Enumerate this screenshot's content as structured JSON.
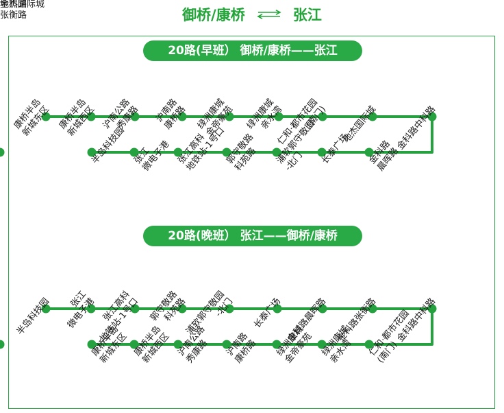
{
  "header": {
    "left": "御桥/康桥",
    "right": "张江",
    "arrow_icon": "double-arrow-icon"
  },
  "colors": {
    "line": "#25a23f",
    "text": "#1a1a1a",
    "title": "#23a53a"
  },
  "morning": {
    "badge": "20路(早班） 御桥/康桥——张江",
    "upper": [
      [
        "康桥半岛",
        "新城东区"
      ],
      [
        "康桥半岛",
        "新城西区"
      ],
      [
        "沪南公路",
        "秀康路"
      ],
      [
        "沪南路",
        "康桥路"
      ],
      [
        "绿洲康城",
        "金帝豪苑"
      ],
      [
        "绿洲康城",
        "亲水湾"
      ],
      [
        "仁和·都市花园",
        "(南门)"
      ],
      [
        "地杰国际城"
      ],
      [
        "金科路中科路"
      ]
    ],
    "lower": [
      [
        "半岛科技园"
      ],
      [
        "张江",
        "微电子港"
      ],
      [
        "张江高科",
        "地铁站-1号口"
      ],
      [
        "郭守敬路",
        "科苑路"
      ],
      [
        "浦软郭守敬园",
        "-北门"
      ],
      [
        "长泰广场"
      ],
      [
        "金科路",
        "晨晖路"
      ],
      [
        "金科路",
        "张衡路"
      ]
    ]
  },
  "evening": {
    "badge": "20路(晚班） 张江——御桥/康桥",
    "upper": [
      [
        "半岛科技园"
      ],
      [
        "张江",
        "微电子港"
      ],
      [
        "张江高科",
        "地铁站-1号口"
      ],
      [
        "郭守敬路",
        "科苑路"
      ],
      [
        "浦软郭守敬园",
        "-北门"
      ],
      [
        "长泰广场"
      ],
      [
        "金科路晨晖路"
      ],
      [
        "金科路张衡路"
      ],
      [
        "金科路中科路"
      ]
    ],
    "lower": [
      [
        "康桥半岛",
        "新城东区"
      ],
      [
        "康桥半岛",
        "新城西区"
      ],
      [
        "沪南公路",
        "秀康路"
      ],
      [
        "沪南路",
        "康桥路"
      ],
      [
        "绿洲康城",
        "金帝豪苑"
      ],
      [
        "绿洲康城",
        "亲水湾"
      ],
      [
        "仁和·都市花园",
        "(南门)"
      ],
      [
        "地杰国际城"
      ]
    ]
  }
}
